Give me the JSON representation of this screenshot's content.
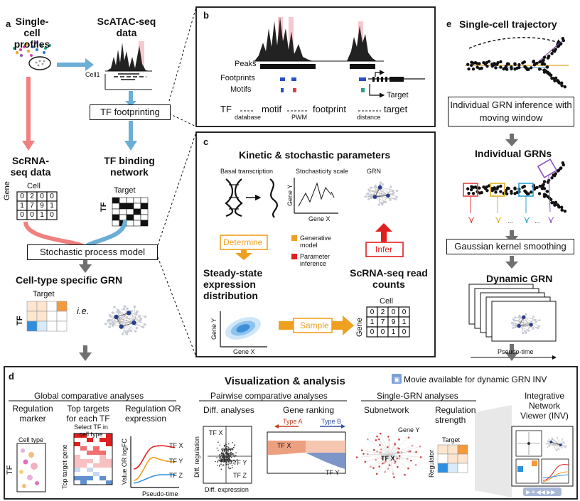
{
  "panels": {
    "a": "a",
    "b": "b",
    "c": "c",
    "d": "d",
    "e": "e"
  },
  "panel_a": {
    "single_cell_profiles": "Single-cell profiles",
    "scatac_data": "ScATAC-seq data",
    "cell1": "Cell1",
    "tf_footprinting": "TF footprinting",
    "scrna_data": "ScRNA-seq data",
    "cell": "Cell",
    "gene": "Gene",
    "matrix": [
      [
        "0",
        "2",
        "0",
        "0"
      ],
      [
        "1",
        "7",
        "9",
        "1"
      ],
      [
        "0",
        "0",
        "1",
        "0"
      ]
    ],
    "tf_binding_network": "TF binding network",
    "target": "Target",
    "tf": "TF",
    "stochastic_process_model": "Stochastic process model",
    "cell_type_specific_grn": "Cell-type specific GRN",
    "ie": "i.e."
  },
  "panel_b": {
    "peaks": "Peaks",
    "footprints": "Footprints",
    "motifs": "Motifs",
    "target": "Target",
    "tf": "TF",
    "database": "database",
    "motif": "motif",
    "pwm": "PWM",
    "footprint": "footprint",
    "distance": "distance",
    "target2": "target"
  },
  "panel_c": {
    "title": "Kinetic & stochastic parameters",
    "basal": "Basal transcription",
    "stochasticity": "Stochasticity scale",
    "grn": "GRN",
    "gene_y": "Gene Y",
    "gene_x": "Gene X",
    "determine": "Determine",
    "infer": "Infer",
    "legend_generative": "Generative model",
    "legend_parameter": "Parameter inference",
    "steady_state": "Steady-state expression distribution",
    "scrna_read_counts": "ScRNA-seq read counts",
    "sample": "Sample",
    "cell": "Cell",
    "gene": "Gene"
  },
  "panel_e": {
    "title": "Single-cell trajectory",
    "individual_inference": "Individual GRN inference with moving window",
    "individual_grns": "Individual GRNs",
    "gaussian": "Gaussian kernel smoothing",
    "dynamic_grn": "Dynamic GRN",
    "pseudo_time": "Pseudo-time",
    "ellipsis": "..."
  },
  "panel_d": {
    "title": "Visualization & analysis",
    "movie_note": "Movie available for dynamic GRN INV",
    "global": "Global comparative analyses",
    "regulation_marker": "Regulation marker",
    "cell_type": "Cell type",
    "tf": "TF",
    "top_targets": "Top targets for each TF",
    "select_tf": "Select TF in cell type",
    "top_target_gene": "Top target gene",
    "regulation_or_expression": "Regulation OR expression",
    "value_or_logfc": "Value OR logFC",
    "pseudo_time": "Pseudo-time",
    "tf_x": "TF X",
    "tf_y": "TF Y",
    "tf_z": "TF Z",
    "pairwise": "Pairwise comparative analyses",
    "diff_analyses": "Diff. analyses",
    "diff_regulation": "Diff. regulation",
    "diff_expression": "Diff. expression",
    "gene_ranking": "Gene ranking",
    "type_a": "Type A",
    "type_b": "Type B",
    "single_grn": "Single-GRN analyses",
    "subnetwork": "Subnetwork",
    "gene_y": "Gene Y",
    "regulation_strength": "Regulation strength",
    "target": "Target",
    "regulator": "Regulator",
    "inv_title": "Integrative Network Viewer (INV)"
  },
  "colors": {
    "pink_arrow": "#f08080",
    "blue_arrow": "#6baed6",
    "gray_arrow": "#707070",
    "orange": "#f0a020",
    "red": "#e02020",
    "blue_fill": "#2f8fe0",
    "orange_fill": "#f59a3a"
  }
}
